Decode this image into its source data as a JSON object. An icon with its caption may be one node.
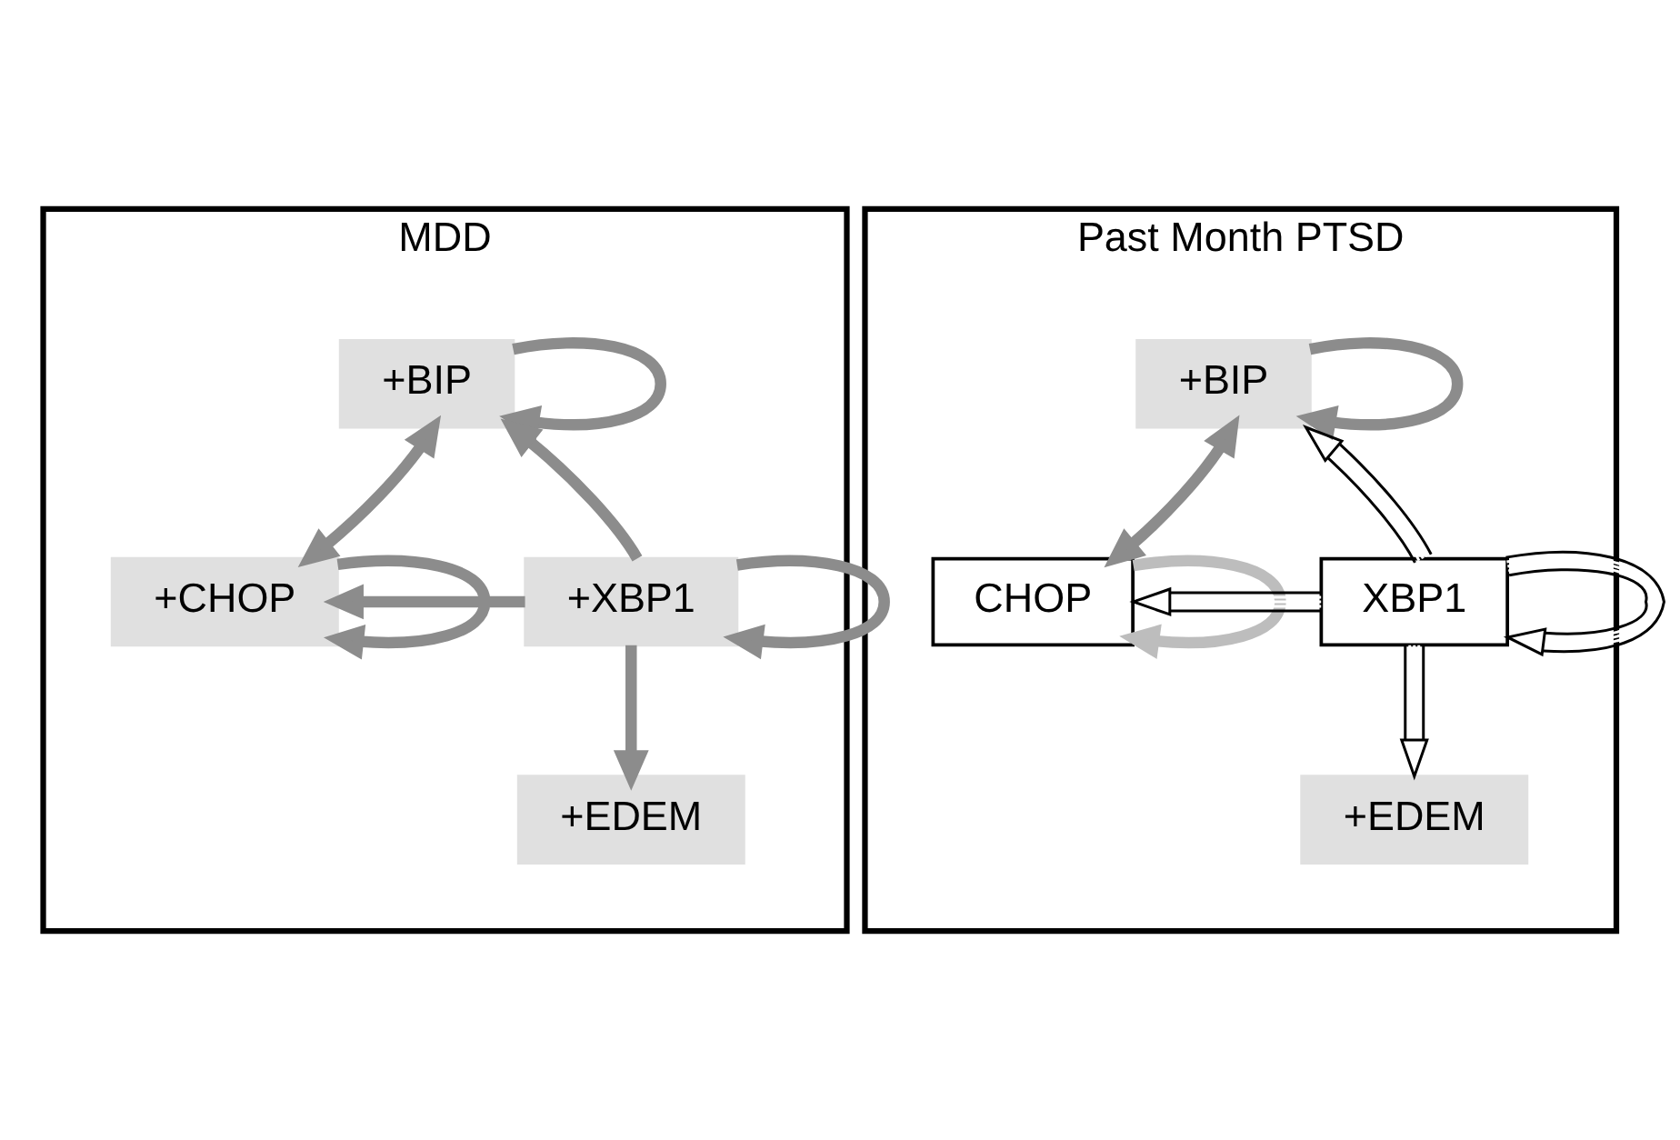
{
  "diagram": {
    "nodes": [
      {
        "text": [
          "MDD"
        ]
      },
      {
        "text": [
          "+BIP"
        ],
        "in": 0
      },
      {
        "text": [
          "+CHOP"
        ],
        "in": 0
      },
      {
        "text": [
          "+XBP1"
        ],
        "in": 0
      },
      {
        "text": [
          "+EDEM"
        ],
        "in": 0
      },
      {
        "text": [
          "Past Month PTSD"
        ]
      },
      {
        "text": [
          "+BIP"
        ],
        "in": 5
      },
      {
        "text": [
          "CHOP"
        ],
        "in": 5
      },
      {
        "text": [
          "XBP1"
        ],
        "in": 5
      },
      {
        "text": [
          "+EDEM"
        ],
        "in": 5
      }
    ],
    "edges": [
      {
        "from": 1,
        "to": 1,
        "arrow": "to"
      },
      {
        "from": 2,
        "to": 2,
        "arrow": "to"
      },
      {
        "from": 2,
        "to": 1,
        "arrow": "both"
      },
      {
        "from": 3,
        "to": 1,
        "arrow": "to"
      },
      {
        "from": 3,
        "to": 3,
        "arrow": "to"
      },
      {
        "from": 3,
        "to": 2,
        "arrow": "to"
      },
      {
        "from": 3,
        "to": 4,
        "arrow": "to"
      },
      {
        "from": 6,
        "to": 6,
        "arrow": "to"
      },
      {
        "from": 7,
        "to": 7,
        "arrow": "to",
        "color": "#bdbdbd"
      },
      {
        "from": 7,
        "to": 6,
        "arrow": "both"
      },
      {
        "from": 8,
        "to": 6,
        "arrow": "to",
        "color": "#000000"
      },
      {
        "from": 8,
        "to": 8,
        "arrow": "to",
        "color": "#000000"
      },
      {
        "from": 8,
        "to": 7,
        "arrow": "to",
        "color": "#000000"
      },
      {
        "from": 8,
        "to": 9,
        "arrow": "to",
        "color": "#000000"
      }
    ]
  }
}
